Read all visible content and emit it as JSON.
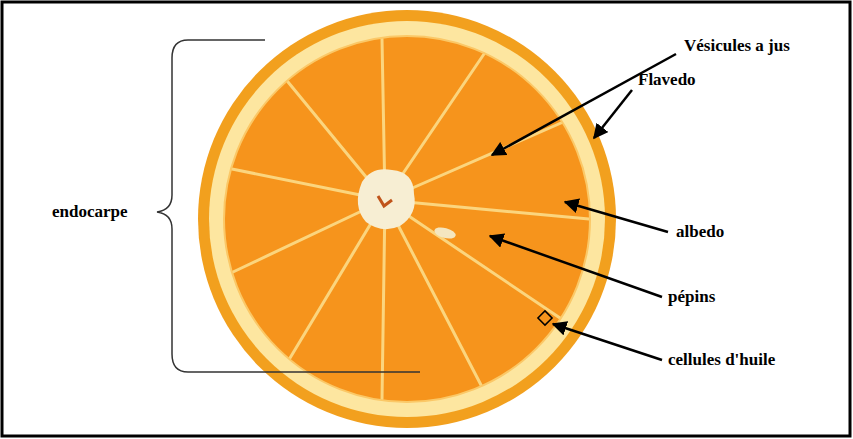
{
  "diagram": {
    "labels": [
      "Vésicules a jus",
      "Flavedo",
      "albedo",
      "pépins",
      "cellules d'huile",
      "endocarpe"
    ]
  }
}
